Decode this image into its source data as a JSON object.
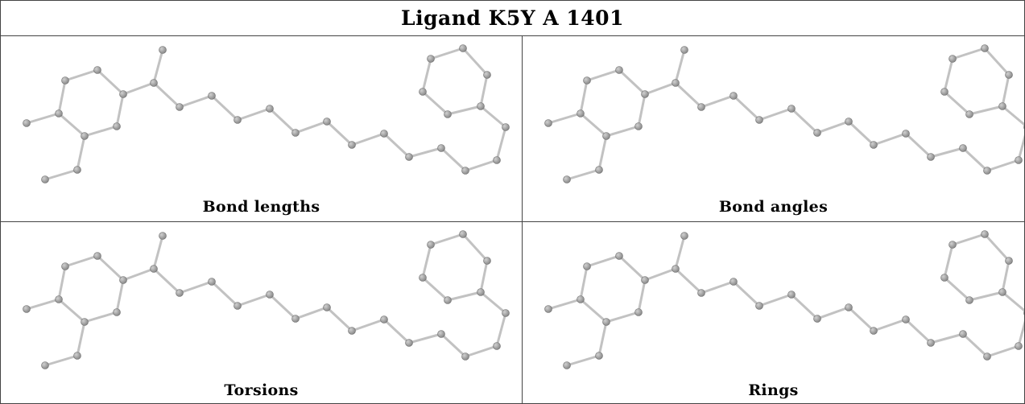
{
  "title": "Ligand K5Y A 1401",
  "panels": [
    {
      "caption": "Bond lengths"
    },
    {
      "caption": "Bond angles"
    },
    {
      "caption": "Torsions"
    },
    {
      "caption": "Rings"
    }
  ],
  "colors": {
    "atom": "#8a8a8a",
    "atom_highlight": "#d0d0d0",
    "bond": "#c2c2c2",
    "border": "#444444"
  }
}
